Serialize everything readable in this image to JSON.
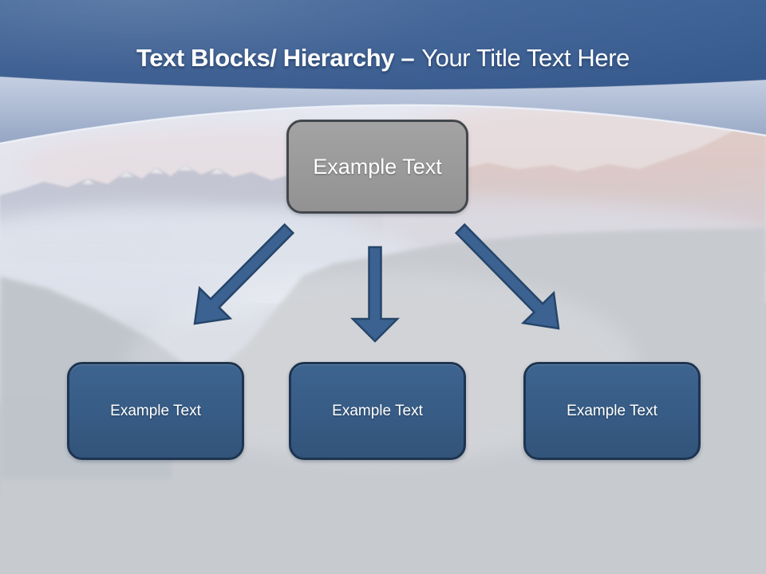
{
  "slide": {
    "title": {
      "emphasis": "Text Blocks/ Hierarchy –",
      "normal": "Your Title Text Here"
    }
  },
  "hierarchy": {
    "root": {
      "label": "Example Text"
    },
    "children": [
      {
        "label": "Example Text"
      },
      {
        "label": "Example Text"
      },
      {
        "label": "Example Text"
      }
    ]
  },
  "colors": {
    "header_blue_top": "#3E6296",
    "header_blue_bottom": "#305286",
    "band_light": "#C2CDE1",
    "band_dark": "#95A5C3",
    "body_edge_light": "#EFF3FA",
    "root_fill": "#9A9A9A",
    "root_border": "#43474C",
    "child_fill": "#375C86",
    "child_border": "#1D3450",
    "arrow_fill": "#3B6290",
    "arrow_border": "#26456A",
    "text": "#FFFFFF"
  }
}
